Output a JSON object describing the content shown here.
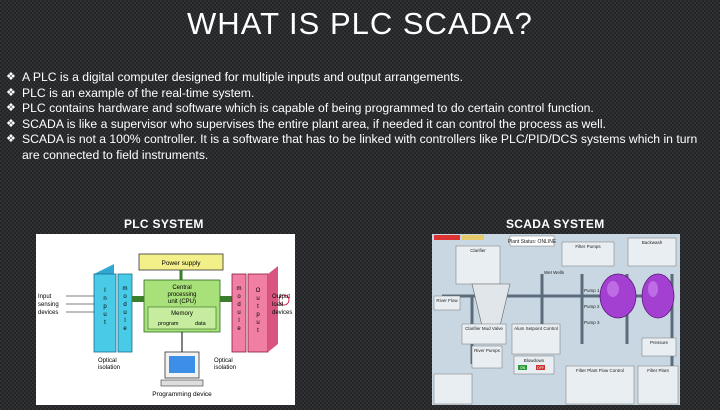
{
  "title": "WHAT IS PLC SCADA?",
  "bullet_marker": "❖",
  "bullets": [
    "A PLC is a digital computer designed for multiple inputs and output arrangements.",
    "PLC is an example of the real-time system.",
    "PLC contains hardware and software which is capable of being programmed to do certain control function.",
    "SCADA is like a supervisor who supervises the entire plant area, if needed it can control the process as well.",
    "SCADA is not a 100% controller. It is a software that has to be linked with controllers like PLC/PID/DCS systems which in turn are connected to field instruments."
  ],
  "plc_heading": "PLC SYSTEM",
  "scada_heading": "SCADA SYSTEM",
  "plc_diagram": {
    "power_supply": "Power supply",
    "cpu_line1": "Central",
    "cpu_line2": "processing",
    "cpu_line3": "unit (CPU)",
    "memory": "Memory",
    "program": "program",
    "data": "data",
    "input_module": "Input module",
    "output_module": "Output module",
    "input_devices_1": "Input",
    "input_devices_2": "sensing",
    "input_devices_3": "devices",
    "output_devices_1": "Output",
    "output_devices_2": "load",
    "output_devices_3": "devices",
    "opt_iso_left_1": "Optical",
    "opt_iso_left_2": "isolation",
    "opt_iso_right_1": "Optical",
    "opt_iso_right_2": "isolation",
    "programming_device": "Programming device"
  },
  "scada_diagram": {
    "plant_status": "Plant Status: ONLINE",
    "clarifier": "Clarifier",
    "filter_pumps": "Filter Pumps",
    "backwash": "Backwash",
    "wet_wells": "Wet Wells",
    "river_flow": "River Flow",
    "pump1": "Pump 1",
    "pump2": "Pump 2",
    "pump3": "Pump 3",
    "alum": "Alum Setpoint Control",
    "clarifier_mud": "Clarifier Mud Valve",
    "river_pumps": "River Pumps",
    "blowdown": "Blowdown",
    "pressure": "Pressure",
    "filter_plant_flow": "Filter Plant Flow Control",
    "filter_plant": "Filter Plant",
    "on_label": "ON",
    "off_label": "OFF"
  },
  "colors": {
    "cpu_green": "#a8e07a",
    "power_yellow": "#f3f08a",
    "input_cyan": "#49cbe8",
    "output_pink": "#f07fa3",
    "scada_bg": "#c9d7e2",
    "tank_purple": "#a33fd1"
  }
}
